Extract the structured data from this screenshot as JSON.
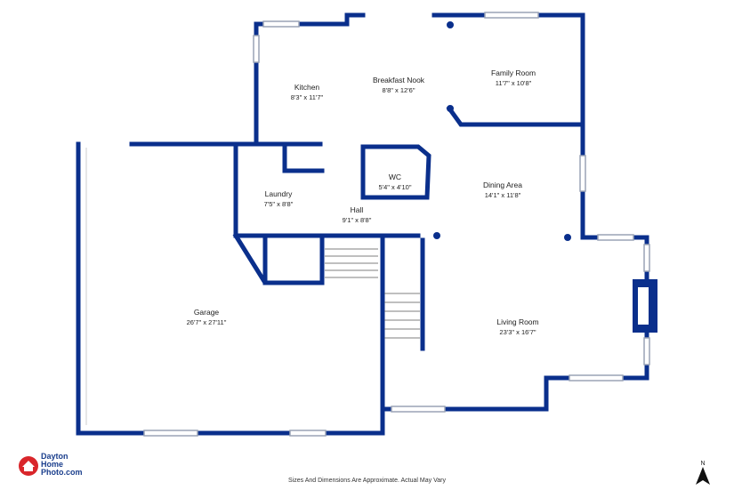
{
  "rooms": {
    "kitchen": {
      "name": "Kitchen",
      "dim": "8'3\" x 11'7\""
    },
    "breakfast_nook": {
      "name": "Breakfast Nook",
      "dim": "8'8\" x 12'6\""
    },
    "family_room": {
      "name": "Family Room",
      "dim": "11'7\" x 10'8\""
    },
    "laundry": {
      "name": "Laundry",
      "dim": "7'5\" x 8'8\""
    },
    "wc": {
      "name": "WC",
      "dim": "5'4\" x 4'10\""
    },
    "hall": {
      "name": "Hall",
      "dim": "9'1\" x 8'8\""
    },
    "dining_area": {
      "name": "Dining Area",
      "dim": "14'1\" x 11'8\""
    },
    "garage": {
      "name": "Garage",
      "dim": "26'7\" x 27'11\""
    },
    "living_room": {
      "name": "Living Room",
      "dim": "23'3\" x 16'7\""
    }
  },
  "logo": {
    "line1": "Dayton",
    "line2": "Home",
    "line3": "Photo.com"
  },
  "footer": "Sizes And Dimensions Are Approximate. Actual May Vary",
  "compass": {
    "label": "N"
  },
  "colors": {
    "wall": "#0a2f8c",
    "window": "#9aa3b5",
    "logo_red": "#d9262b"
  }
}
